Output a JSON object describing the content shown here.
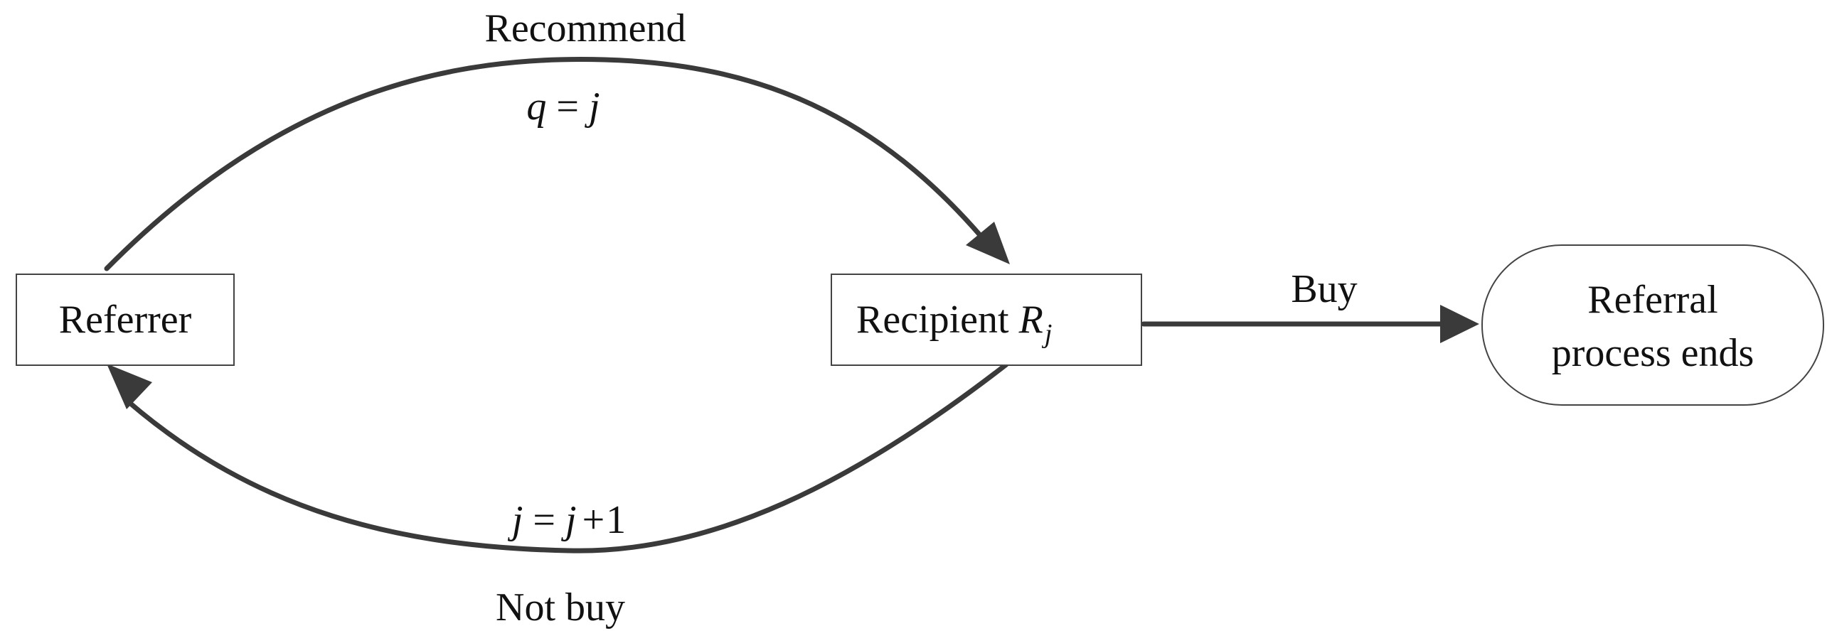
{
  "nodes": {
    "referrer": "Referrer",
    "recipient": {
      "label": "Recipient",
      "var": "R",
      "var_sub": "j"
    },
    "end": {
      "line1": "Referral",
      "line2": "process ends"
    }
  },
  "edges": {
    "recommend": {
      "label": "Recommend",
      "formula_var": "q",
      "formula_op": "=",
      "formula_val": "j"
    },
    "not_buy": {
      "label": "Not buy",
      "formula_lhs": "j",
      "formula_op": "=",
      "formula_rhs": "j",
      "formula_plus": "+",
      "formula_one": "1"
    },
    "buy": {
      "label": "Buy"
    }
  },
  "colors": {
    "arrow": "#3a3a3a",
    "box_border": "#444444",
    "text": "#111111"
  }
}
